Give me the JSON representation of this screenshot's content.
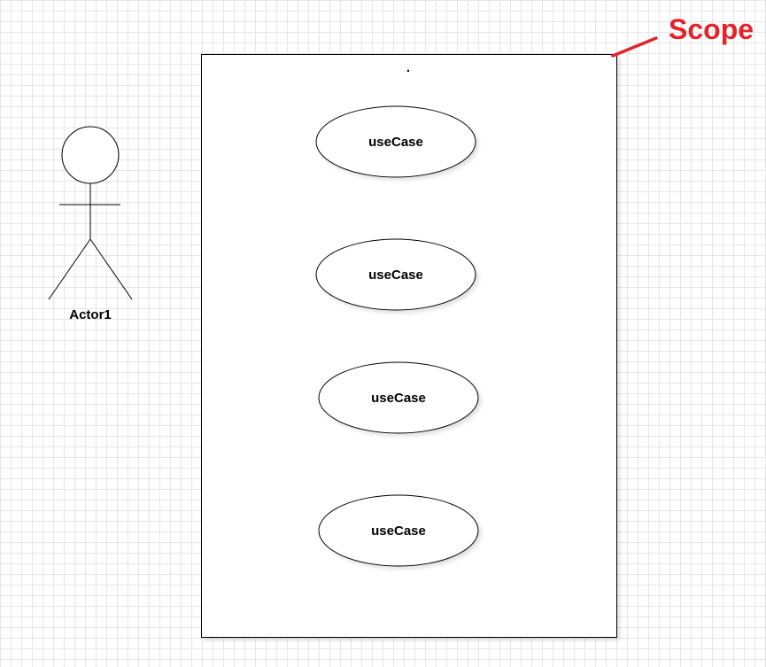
{
  "diagram": {
    "actor": {
      "label": "Actor1"
    },
    "system_boundary": {
      "title": "."
    },
    "use_cases": [
      {
        "label": "useCase"
      },
      {
        "label": "useCase"
      },
      {
        "label": "useCase"
      },
      {
        "label": "useCase"
      }
    ],
    "annotation": {
      "label": "Scope",
      "color": "#e3242b"
    }
  }
}
